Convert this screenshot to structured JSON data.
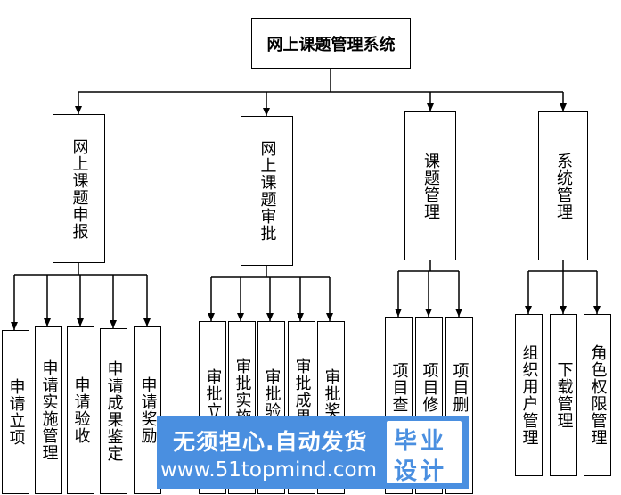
{
  "root": "网上课题管理系统",
  "modules": [
    {
      "label": "网上课题申报",
      "children": [
        "申请立项",
        "申请实施管理",
        "申请验收",
        "申请成果鉴定",
        "申请奖励"
      ]
    },
    {
      "label": "网上课题审批",
      "children": [
        "审批立",
        "审批实施",
        "审批验",
        "审批成果",
        "审批奖"
      ]
    },
    {
      "label": "课题管理",
      "children": [
        "项目查",
        "项目修",
        "项目删"
      ]
    },
    {
      "label": "系统管理",
      "children": [
        "组织用户管理",
        "下载管理",
        "角色权限管理"
      ]
    }
  ],
  "watermark": {
    "line1": "无须担心.自动发货",
    "line2": "www.51topmind.com",
    "badge_line1": "毕业",
    "badge_line2": "设计"
  }
}
